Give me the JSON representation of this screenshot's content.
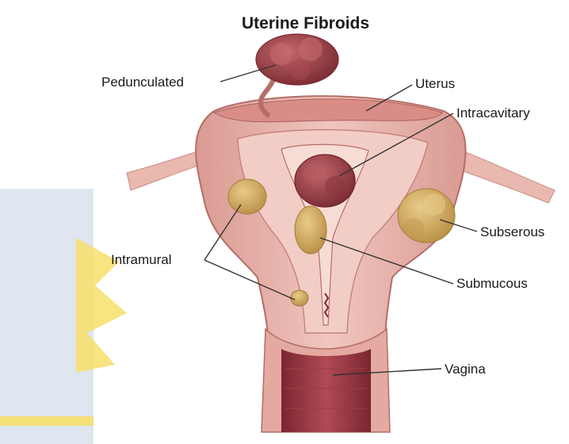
{
  "title": "Uterine Fibroids",
  "labels": {
    "pedunculated": "Pedunculated",
    "uterus": "Uterus",
    "intracavitary": "Intracavitary",
    "intramural": "Intramural",
    "subserous": "Subserous",
    "submucous": "Submucous",
    "vagina": "Vagina"
  },
  "colors": {
    "tissue_outer": "#e7b7ad",
    "tissue_inner": "#f2cdc6",
    "muscle_dark": "#b25a58",
    "cavity": "#7e2a31",
    "fibroid": "#d6b36b",
    "fibroid_shade": "#b98f45",
    "watermark_blue": "#dfe6f0",
    "watermark_yellow": "#f7df6a"
  }
}
